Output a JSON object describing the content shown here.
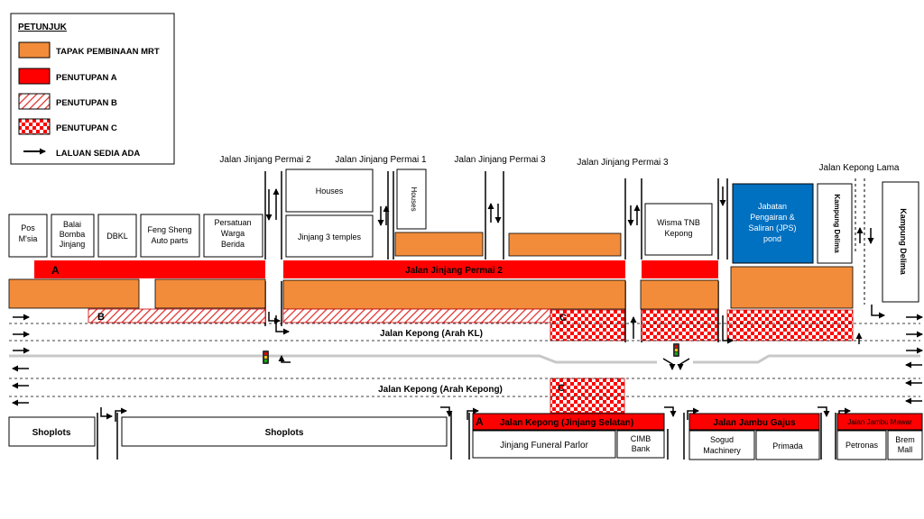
{
  "legend": {
    "title": "PETUNJUK",
    "items": [
      {
        "label": "TAPAK PEMBINAAN MRT",
        "style": "orange"
      },
      {
        "label": "PENUTUPAN A",
        "style": "red"
      },
      {
        "label": "PENUTUPAN B",
        "style": "hatch"
      },
      {
        "label": "PENUTUPAN C",
        "style": "checker"
      },
      {
        "label": "LALUAN SEDIA ADA",
        "style": "arrow"
      }
    ]
  },
  "colors": {
    "orange": "#f28c3a",
    "red": "#ff0000",
    "blue": "#0070c0",
    "road": "#c8c8c8",
    "outline": "#000000"
  },
  "streets": {
    "jinjang_permai_2_top": "Jalan Jinjang Permai 2",
    "jinjang_permai_1_top": "Jalan Jinjang Permai 1",
    "jinjang_permai_3_top_a": "Jalan Jinjang Permai 3",
    "jinjang_permai_3_top_b": "Jalan Jinjang Permai 3",
    "kepong_lama": "Jalan Kepong Lama",
    "jinjang_permai_2_band": "Jalan Jinjang Permai 2",
    "kepong_kl": "Jalan Kepong (Arah KL)",
    "kepong_kepong": "Jalan Kepong (Arah Kepong)",
    "kepong_jinjang_selatan": "Jalan Kepong (Jinjang Selatan)",
    "jambu_gajus": "Jalan Jambu Gajus",
    "jambu_mawar": "Jalan Jambu Mawar"
  },
  "buildings": {
    "pos": "Pos M'sia",
    "bomba": "Balai Bomba Jinjang",
    "dbkl": "DBKL",
    "feng_sheng": "Feng Sheng Auto parts",
    "persatuan": "Persatuan Warga Berida",
    "houses": "Houses",
    "temples": "Jinjang 3 temples",
    "houses_vertical": "Houses",
    "wisma_tnb": "Wisma TNB Kepong",
    "jps": "Jabatan Pengairan & Saliran (JPS) pond",
    "kampung_delima_1": "Kampung Delima",
    "kampung_delima_2": "Kampung Delima",
    "shoplots_1": "Shoplots",
    "shoplots_2": "Shoplots",
    "funeral": "Jinjang Funeral Parlor",
    "cimb": "CIMB Bank",
    "sogud": "Sogud Machinery",
    "primada": "Primada",
    "petronas": "Petronas",
    "brem": "Brem Mall"
  },
  "zone_markers": {
    "a_top": "A",
    "b": "B",
    "c_top": "C",
    "c_bottom": "C",
    "a_bottom": "A"
  }
}
